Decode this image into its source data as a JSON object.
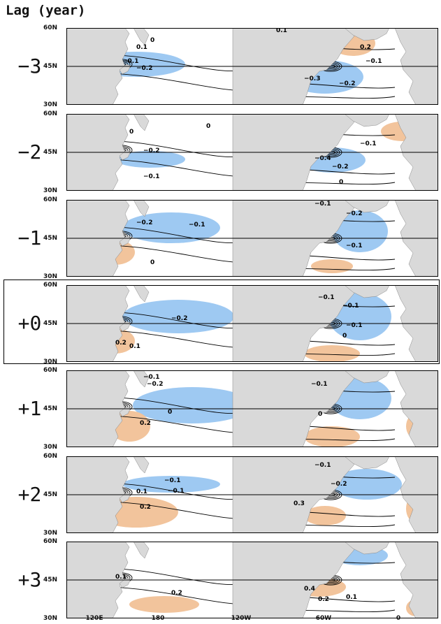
{
  "title": "Lag (year)",
  "lat_ticks": [
    "60N",
    "45N",
    "30N"
  ],
  "lon_ticks": [
    "120E",
    "180",
    "120W",
    "60W",
    "0"
  ],
  "colors": {
    "land": "#d9d9d9",
    "ocean": "#ffffff",
    "negative_shade": "#9ec9f2",
    "positive_shade": "#f2c49c",
    "contour": "#000000"
  },
  "highlighted_lag": "+0",
  "panels": [
    {
      "lag": "−3",
      "labels": [
        "0.1",
        "−0.1",
        "−0.2",
        "0.1",
        "0",
        "0.2",
        "−0.3",
        "−0.1",
        "−0.2"
      ]
    },
    {
      "lag": "−2",
      "labels": [
        "0",
        "−0.2",
        "−0.1",
        "0",
        "−0.1",
        "−0.4",
        "−0.2",
        "0"
      ]
    },
    {
      "lag": "−1",
      "labels": [
        "−0.2",
        "−0.1",
        "0",
        "−0.1",
        "−0.2",
        "−0.1"
      ]
    },
    {
      "lag": "+0",
      "labels": [
        "−0.2",
        "0.2",
        "0.1",
        "−0.1",
        "−0.1",
        "−0.1",
        "0"
      ]
    },
    {
      "lag": "+1",
      "labels": [
        "−0.1",
        "−0.2",
        "0.2",
        "0",
        "−0.1",
        "0"
      ]
    },
    {
      "lag": "+2",
      "labels": [
        "0.2",
        "−0.1",
        "−0.1",
        "0.1",
        "−0.1",
        "0.3",
        "−0.2"
      ]
    },
    {
      "lag": "+3",
      "labels": [
        "0.1",
        "0.2",
        "0.4",
        "0.2",
        "0.1"
      ]
    }
  ]
}
